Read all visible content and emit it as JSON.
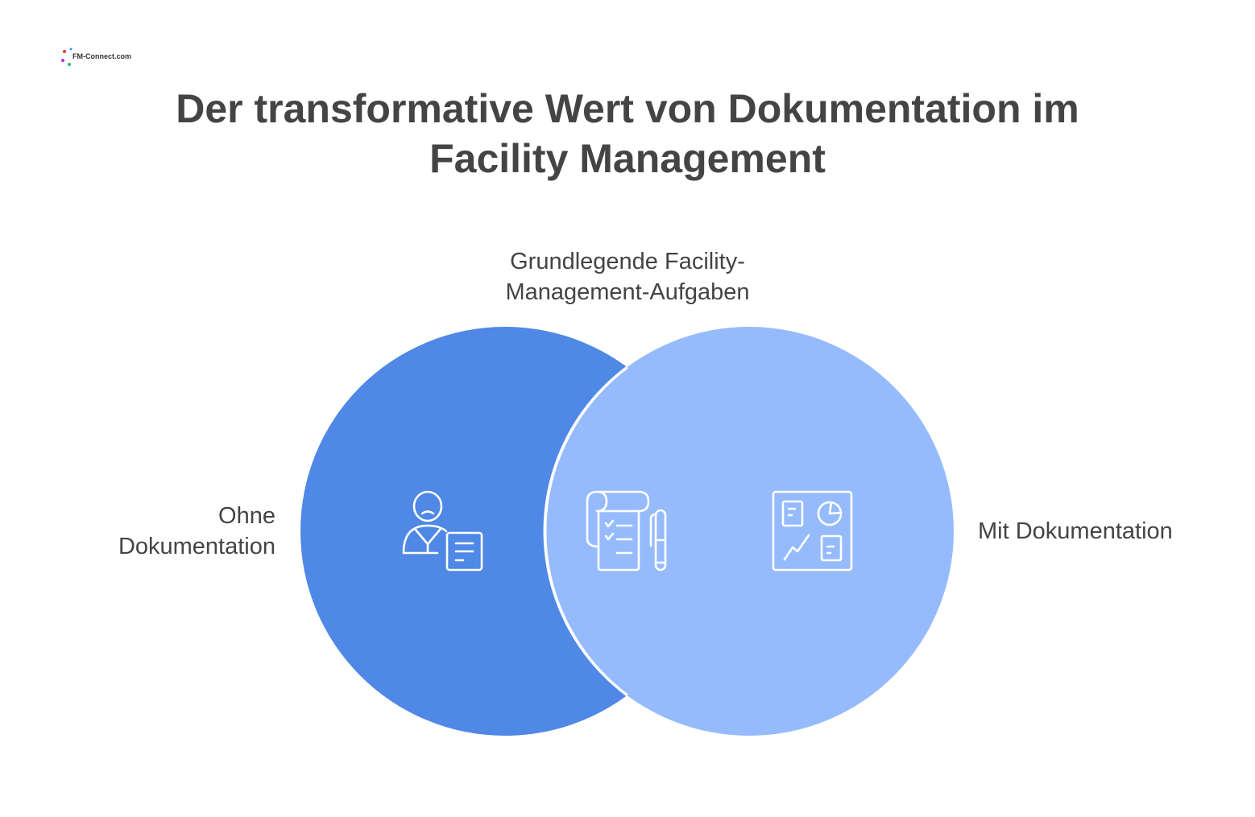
{
  "logo": {
    "text": "FM-Connect.com"
  },
  "title": {
    "line1": "Der transformative Wert von Dokumentation im",
    "line2": "Facility Management"
  },
  "sets": [
    {
      "label": "Ohne Dokumentation",
      "label_line1": "Ohne",
      "label_line2": "Dokumentation",
      "color": "#4f88e5",
      "icon": "frowning-person-document-icon"
    },
    {
      "label": "Mit Dokumentation",
      "color": "#96bbfd",
      "icon": "dashboard-report-icon"
    }
  ],
  "intersection": {
    "label_line1": "Grundlegende Facility-",
    "label_line2": "Management-Aufgaben",
    "color": "#96bbfd",
    "icon": "checklist-scroll-pen-icon"
  }
}
